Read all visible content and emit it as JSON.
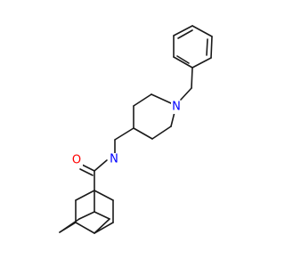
{
  "molecule": {
    "atoms": {
      "oxygen": {
        "symbol": "O",
        "color": "#ff0000"
      },
      "amide_nitrogen": {
        "symbol": "N",
        "color": "#0000ff"
      },
      "ring_nitrogen": {
        "symbol": "N",
        "color": "#0000ff"
      }
    },
    "bond_color": "#1a1a1a"
  }
}
